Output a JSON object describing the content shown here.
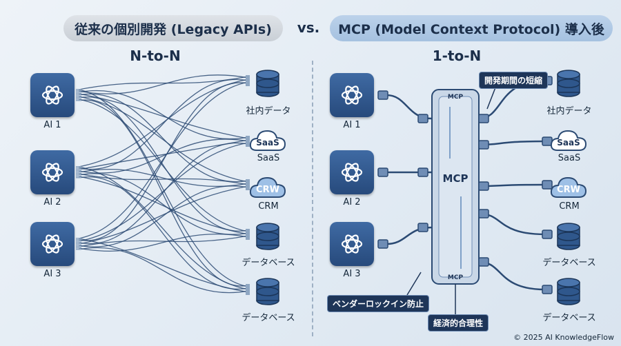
{
  "header": {
    "left_title": "従来の個別開発 (Legacy APIs)",
    "vs": "vs.",
    "right_title": "MCP (Model Context Protocol) 導入後"
  },
  "left": {
    "subtitle": "N-to-N",
    "ai_labels": [
      "AI 1",
      "AI 2",
      "AI 3"
    ],
    "targets": [
      "社内データ",
      "SaaS",
      "CRM",
      "データベース",
      "データベース"
    ]
  },
  "right": {
    "subtitle": "1-to-N",
    "ai_labels": [
      "AI 1",
      "AI 2",
      "AI 3"
    ],
    "targets": [
      "社内データ",
      "SaaS",
      "CRM",
      "データベース",
      "データベース"
    ],
    "hub_top": "MCP",
    "hub_center": "MCP",
    "hub_bottom": "MCP",
    "callouts": {
      "dev_time": "開発期間の短縮",
      "vendor": "ベンダーロックイン防止",
      "economy": "経済的合理性"
    }
  },
  "icons": {
    "saas_text": "SaaS",
    "crm_text": "CRW"
  },
  "footer": "© 2025 AI KnowledgeFlow",
  "colors": {
    "ai_box": "#2f578c",
    "wire": "#2b4a73",
    "callout": "#1e3558",
    "hub": "#c9d7e7"
  }
}
